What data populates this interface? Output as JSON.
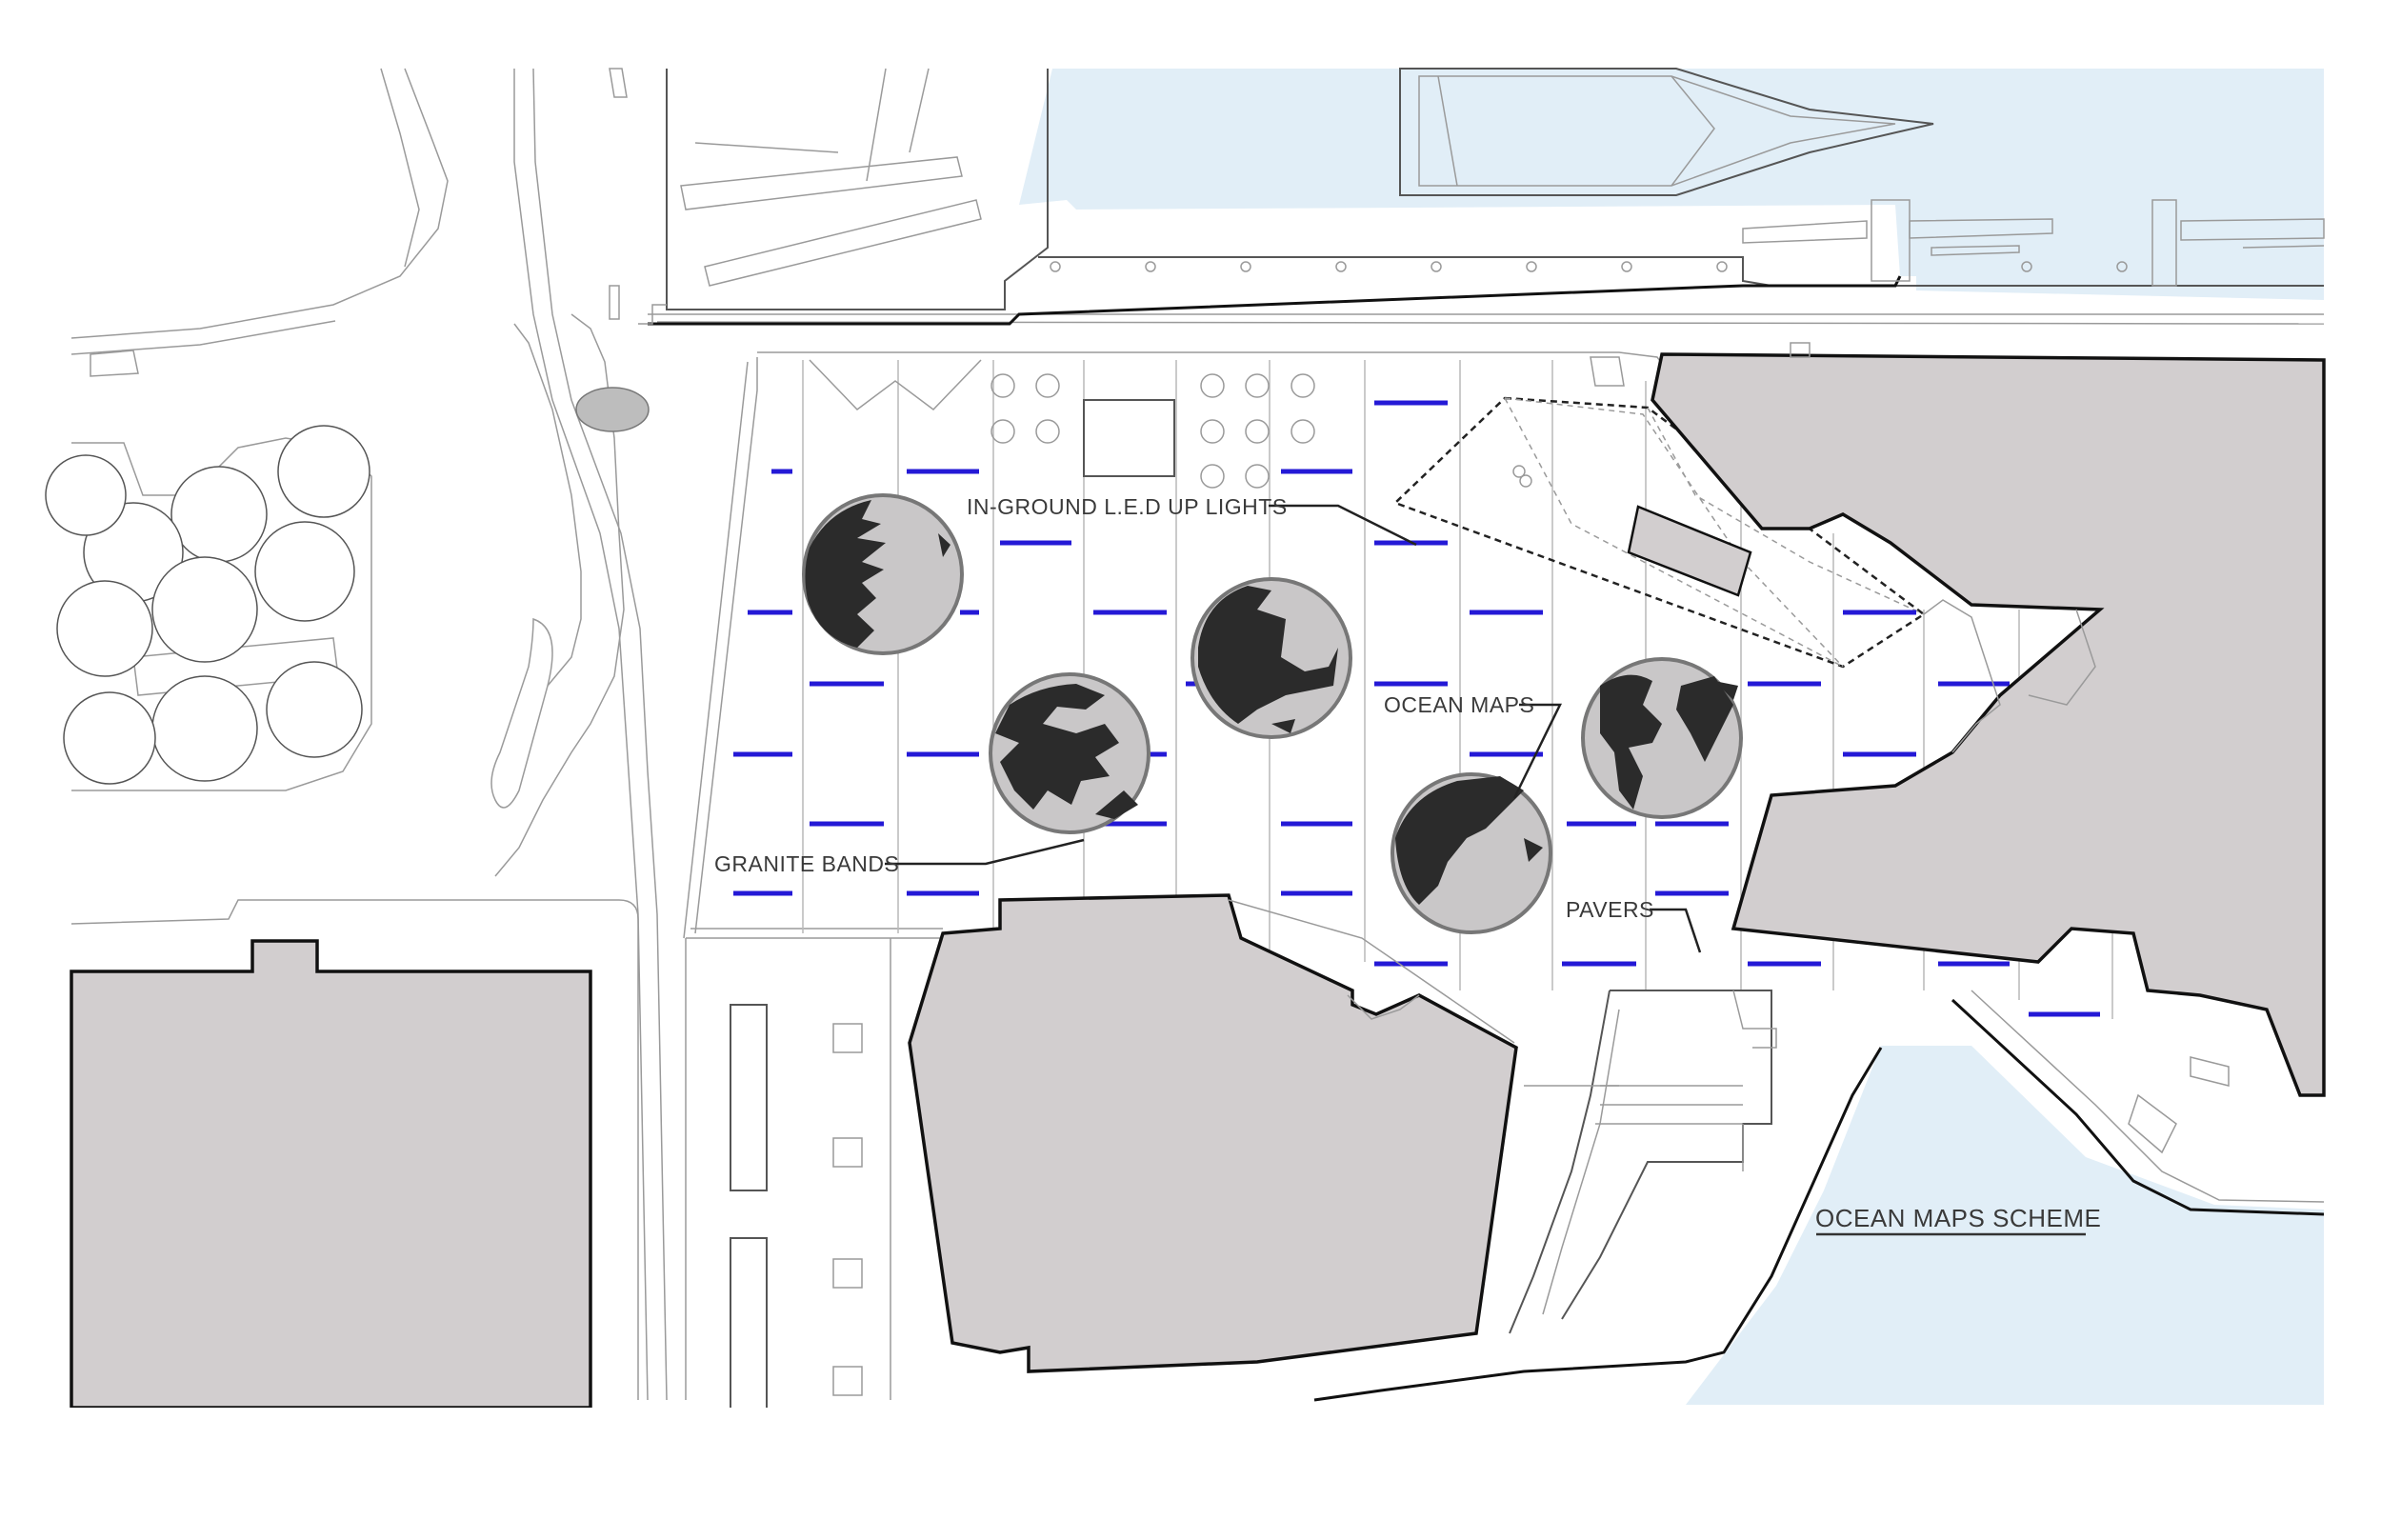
{
  "labels": {
    "led_lights": "IN-GROUND L.E.D UP LIGHTS",
    "ocean_maps": "OCEAN MAPS",
    "granite_bands": "GRANITE BANDS",
    "pavers": "PAVERS",
    "scheme_title": "OCEAN MAPS SCHEME"
  },
  "colors": {
    "led": "#2419d6",
    "water": "#e1eef7",
    "building": "#d2cecf",
    "map_disc": "#c9c7c8",
    "land": "#2b2b2b"
  },
  "map_discs": [
    {
      "region": "harbor-coastline",
      "icon": "map-disc-harbor"
    },
    {
      "region": "europe",
      "icon": "map-disc-europe"
    },
    {
      "region": "cape-cod",
      "icon": "map-disc-cape-cod"
    },
    {
      "region": "gulf-of-maine",
      "icon": "map-disc-gulf-of-maine"
    },
    {
      "region": "atlantic-world",
      "icon": "map-disc-atlantic"
    }
  ]
}
